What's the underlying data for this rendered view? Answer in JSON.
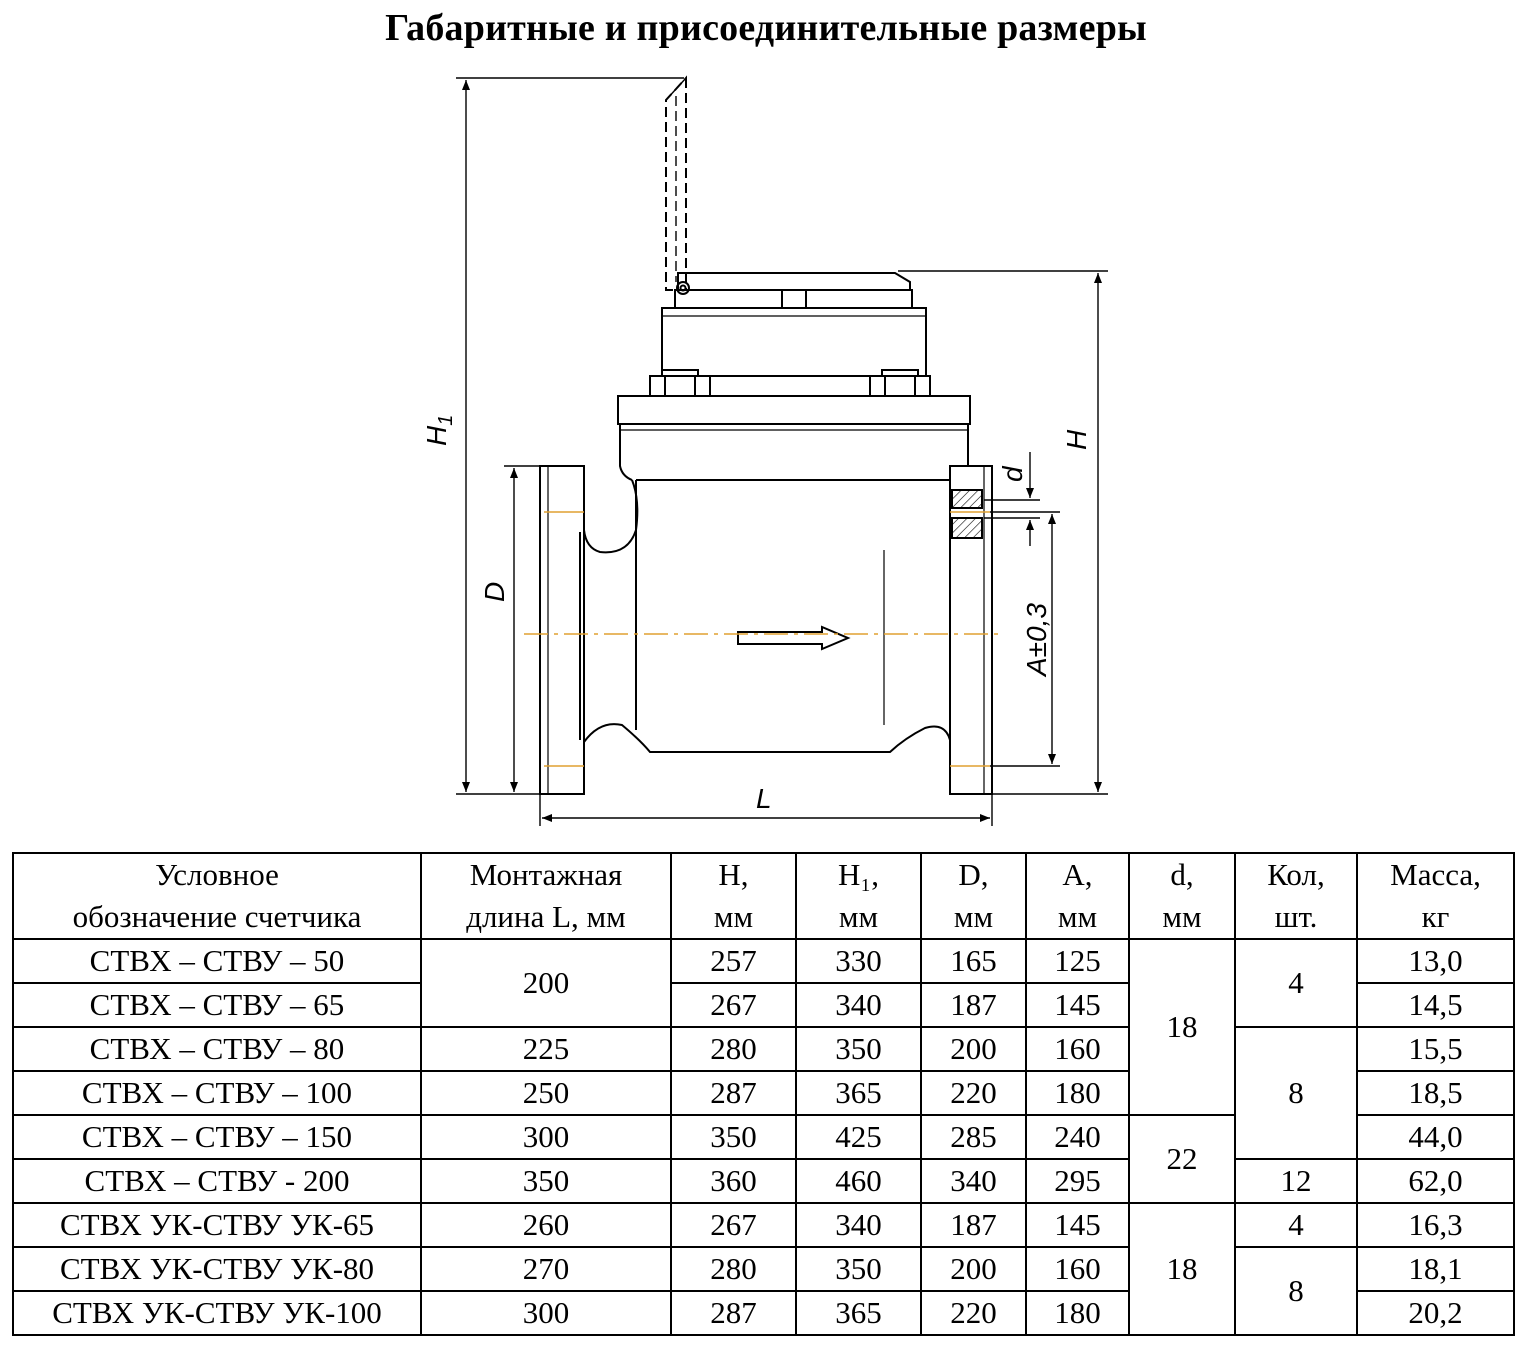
{
  "title": "Габаритные и присоединительные размеры",
  "drawing": {
    "labels": {
      "h1": "H",
      "h1_sub": "1",
      "h": "H",
      "d_outer": "D",
      "d_hole": "d",
      "a": "A±0,3",
      "l": "L"
    },
    "colors": {
      "line": "#000000",
      "centerline": "#e0a030"
    }
  },
  "table": {
    "headers": [
      [
        "Условное",
        "обозначение счетчика"
      ],
      [
        "Монтажная",
        "длина L, мм"
      ],
      [
        "H,",
        "мм"
      ],
      [
        "H₁,",
        "мм"
      ],
      [
        "D,",
        "мм"
      ],
      [
        "A,",
        "мм"
      ],
      [
        "d,",
        "мм"
      ],
      [
        "Кол,",
        "шт."
      ],
      [
        "Масса,",
        "кг"
      ]
    ],
    "names": [
      "СТВХ – СТВУ – 50",
      "СТВХ – СТВУ – 65",
      "СТВХ – СТВУ – 80",
      "СТВХ – СТВУ – 100",
      "СТВХ – СТВУ – 150",
      "СТВХ – СТВУ - 200",
      "СТВХ УК-СТВУ УК-65",
      "СТВХ УК-СТВУ УК-80",
      "СТВХ УК-СТВУ УК-100"
    ],
    "length": [
      "200",
      "225",
      "250",
      "300",
      "350",
      "260",
      "270",
      "300"
    ],
    "h": [
      "257",
      "267",
      "280",
      "287",
      "350",
      "360",
      "267",
      "280",
      "287"
    ],
    "h1": [
      "330",
      "340",
      "350",
      "365",
      "425",
      "460",
      "340",
      "350",
      "365"
    ],
    "d_outer": [
      "165",
      "187",
      "200",
      "220",
      "285",
      "340",
      "187",
      "200",
      "220"
    ],
    "a": [
      "125",
      "145",
      "160",
      "180",
      "240",
      "295",
      "145",
      "160",
      "180"
    ],
    "d_hole": [
      "18",
      "22",
      "18"
    ],
    "qty": [
      "4",
      "8",
      "12",
      "4",
      "8"
    ],
    "mass": [
      "13,0",
      "14,5",
      "15,5",
      "18,5",
      "44,0",
      "62,0",
      "16,3",
      "18,1",
      "20,2"
    ]
  }
}
